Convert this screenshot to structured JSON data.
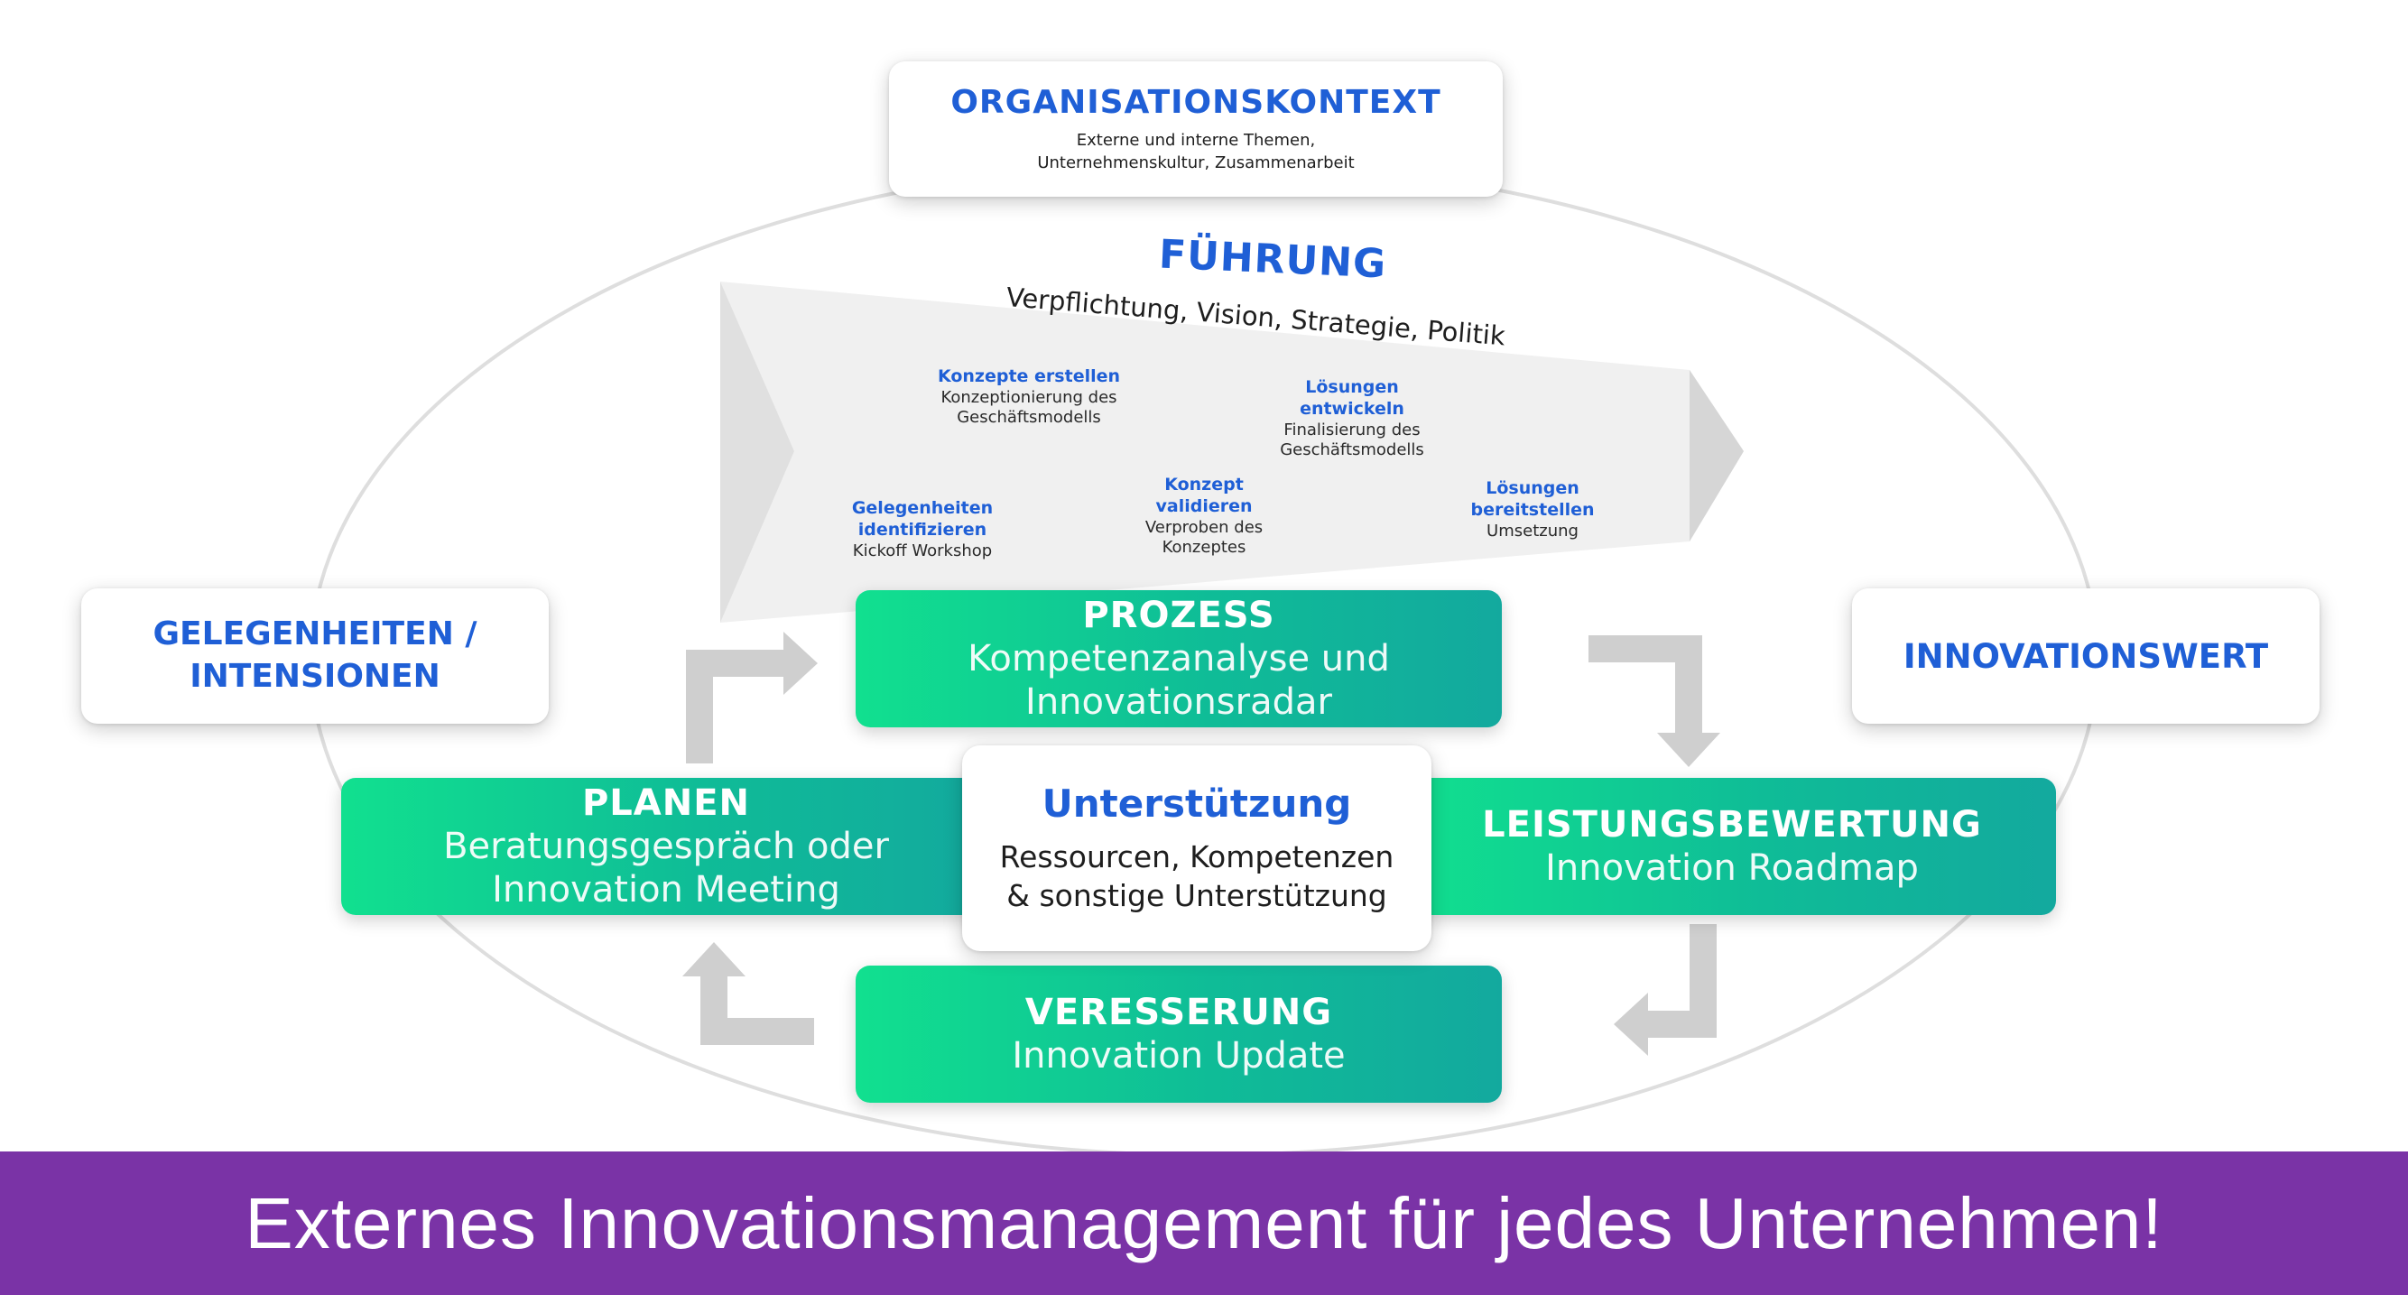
{
  "colors": {
    "blue": "#1f5fd6",
    "green_start": "#11e08f",
    "green_end": "#13a99e",
    "purple": "#7a33a6",
    "arrow_gray": "#cfcfcf"
  },
  "context": {
    "title": "ORGANISATIONSKONTEXT",
    "line1": "Externe und interne Themen,",
    "line2": "Unternehmenskultur, Zusammenarbeit"
  },
  "leadership": {
    "title": "FÜHRUNG",
    "subtitle": "Verpflichtung, Vision, Strategie, Politik"
  },
  "stages": [
    {
      "title1": "Konzepte erstellen",
      "title2": "",
      "line1": "Konzeptionierung des",
      "line2": "Geschäftsmodells"
    },
    {
      "title1": "Lösungen",
      "title2": "entwickeln",
      "line1": "Finalisierung des",
      "line2": "Geschäftsmodells"
    },
    {
      "title1": "Gelegenheiten",
      "title2": "identifizieren",
      "line1": "Kickoff Workshop",
      "line2": ""
    },
    {
      "title1": "Konzept",
      "title2": "validieren",
      "line1": "Verproben des",
      "line2": "Konzeptes"
    },
    {
      "title1": "Lösungen",
      "title2": "bereitstellen",
      "line1": "Umsetzung",
      "line2": ""
    }
  ],
  "opportunities": {
    "line1": "GELEGENHEITEN /",
    "line2": "INTENSIONEN"
  },
  "value": {
    "title": "INNOVATIONSWERT"
  },
  "process": {
    "title": "PROZESS",
    "line1": "Kompetenzanalyse und",
    "line2": "Innovationsradar"
  },
  "plan": {
    "title": "PLANEN",
    "line1": "Beratungsgespräch oder",
    "line2": "Innovation Meeting"
  },
  "support": {
    "title": "Unterstützung",
    "line1": "Ressourcen, Kompetenzen",
    "line2": "& sonstige Unterstützung"
  },
  "evaluation": {
    "title": "LEISTUNGSBEWERTUNG",
    "line1": "Innovation Roadmap"
  },
  "improvement": {
    "title": "VERESSERUNG",
    "line1": "Innovation Update"
  },
  "footer": {
    "text": "Externes Innovationsmanagement für jedes Unternehmen!"
  }
}
